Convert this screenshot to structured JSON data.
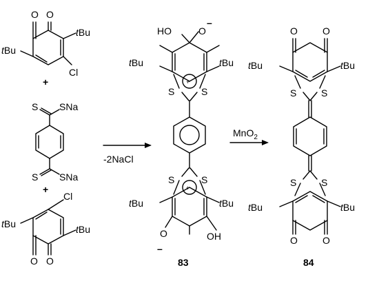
{
  "labels": {
    "tbu": "Bu",
    "tbu_prefix": "t",
    "cl": "Cl",
    "o": "O",
    "s": "S",
    "sna": "SNa",
    "ho": "HO",
    "oh": "OH",
    "plus": "+",
    "minus": "–",
    "cation_plus": "+",
    "reagent_1": "-2NaCl",
    "reagent_2": "MnO",
    "reagent_2_sub": "2",
    "compound_83": "83",
    "compound_84": "84"
  }
}
